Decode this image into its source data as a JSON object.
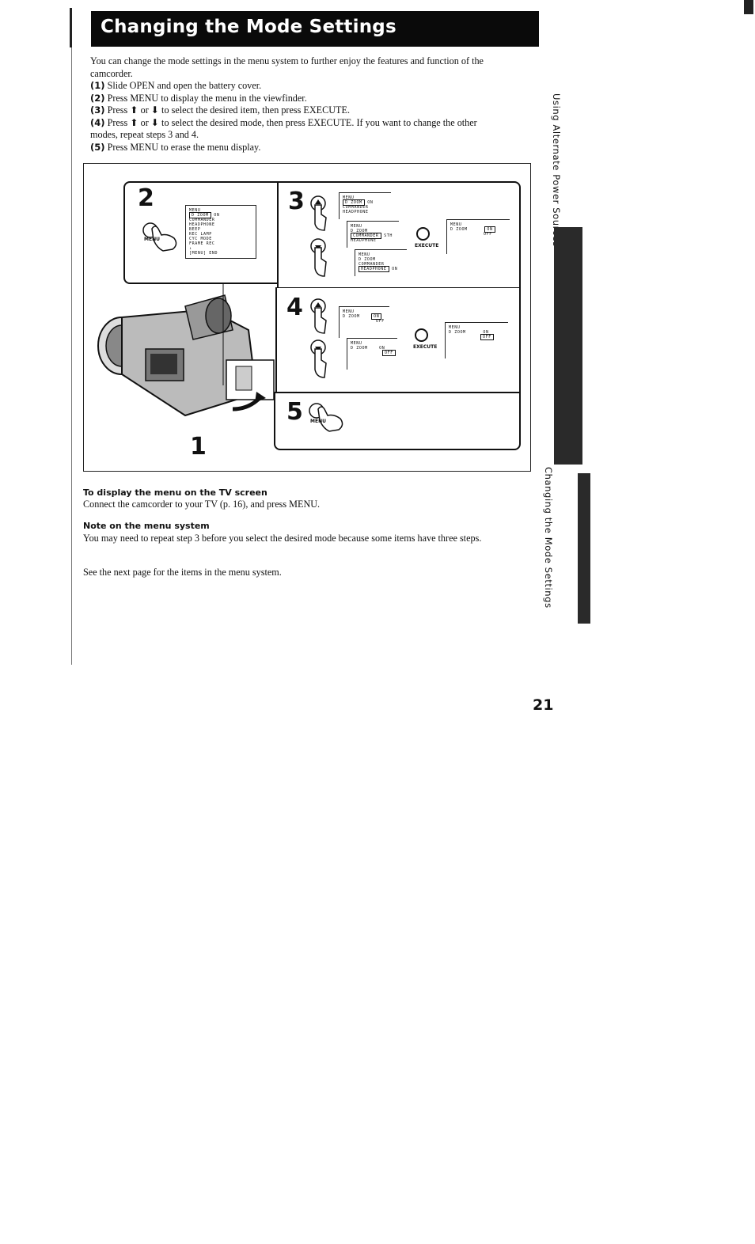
{
  "title": "Changing the Mode Settings",
  "intro_lines": [
    "You can change the mode settings in the menu system to further enjoy the features and function of the",
    "camcorder."
  ],
  "steps": [
    {
      "num": "(1)",
      "text": "Slide OPEN and open the battery cover."
    },
    {
      "num": "(2)",
      "text": "Press MENU to display the menu in the viewfinder."
    },
    {
      "num": "(3)",
      "text": "Press ⬆ or ⬇ to select the desired item, then press EXECUTE."
    },
    {
      "num": "(4)",
      "text": "Press ⬆ or ⬇ to select the desired mode, then press EXECUTE.  If you want to change the other"
    }
  ],
  "step4_cont": "modes, repeat steps 3 and 4.",
  "step5": {
    "num": "(5)",
    "text": "Press MENU to erase the menu display."
  },
  "figure": {
    "step_labels": [
      "1",
      "2",
      "3",
      "4",
      "5"
    ],
    "menu_button_label": "MENU",
    "execute_label": "EXECUTE",
    "menu2_lines": [
      "MENU",
      "D ZOOM",
      "COMMANDER",
      "HEADPHONE",
      "BEEP",
      "REC LAMP",
      "CYC MODE",
      "FRAME REC",
      "↓",
      "[MENU] END"
    ],
    "menu2_on": "ON",
    "menu3a_lines": [
      "MENU",
      "D ZOOM",
      "COMMANDER",
      "HEADPHONE"
    ],
    "menu3b_lines": [
      "MENU",
      "D ZOOM",
      "COMMANDER",
      "HEADPHONE"
    ],
    "menu3c_lines": [
      "MENU",
      "D ZOOM",
      "COMMANDER",
      "HEADPHONE"
    ],
    "menu3d_lines": [
      "MENU",
      "D ZOOM"
    ],
    "on": "ON",
    "off": "OFF",
    "sth": "STH"
  },
  "tv_heading": "To display the menu on the TV screen",
  "tv_text": "Connect the camcorder to your TV (p. 16), and press MENU.",
  "note_heading": "Note on the menu system",
  "note_text": "You may need to repeat step 3 before you select the desired mode because some items have three steps.",
  "see_next": "See the next page for the items in the menu system.",
  "side_tab_1": "Using Alternate Power Sources",
  "side_tab_2": "Changing the Mode Settings",
  "page_number": "21"
}
